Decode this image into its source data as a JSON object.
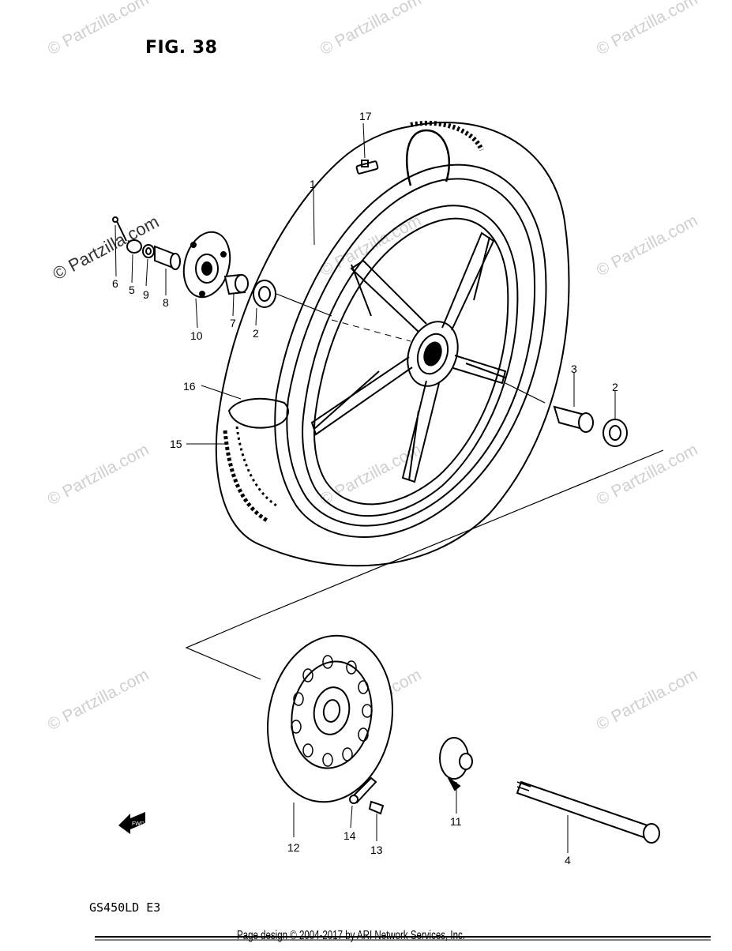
{
  "figure": {
    "title": "FIG. 38"
  },
  "model_code": "GS450LD  E3",
  "footer": {
    "copyright": "Page design © 2004-2017 by ARI Network Services, Inc."
  },
  "watermark": {
    "text": "© Partzilla.com"
  },
  "fwd_label": "FWD",
  "callouts": [
    "17",
    "1",
    "6",
    "5",
    "9",
    "8",
    "10",
    "7",
    "2",
    "16",
    "15",
    "3",
    "2",
    "12",
    "14",
    "13",
    "11",
    "4"
  ]
}
